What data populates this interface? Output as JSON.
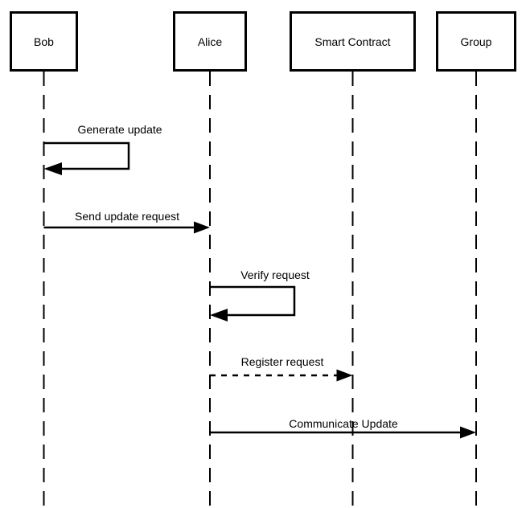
{
  "diagram": {
    "type": "sequence-diagram",
    "colors": {
      "line": "#000000",
      "background": "#ffffff",
      "box_fill": "#ffffff"
    },
    "actors": [
      {
        "name": "Bob"
      },
      {
        "name": "Alice"
      },
      {
        "name": "Smart Contract"
      },
      {
        "name": "Group"
      }
    ],
    "messages": [
      {
        "label": "Generate update",
        "from": "Bob",
        "to": "Bob",
        "kind": "self",
        "line": "solid"
      },
      {
        "label": "Send update request",
        "from": "Bob",
        "to": "Alice",
        "kind": "message",
        "line": "solid"
      },
      {
        "label": "Verify request",
        "from": "Alice",
        "to": "Alice",
        "kind": "self",
        "line": "solid"
      },
      {
        "label": "Register request",
        "from": "Alice",
        "to": "Smart Contract",
        "kind": "message",
        "line": "dashed"
      },
      {
        "label": "Communicate Update",
        "from": "Alice",
        "to": "Group",
        "kind": "message",
        "line": "solid"
      }
    ]
  }
}
